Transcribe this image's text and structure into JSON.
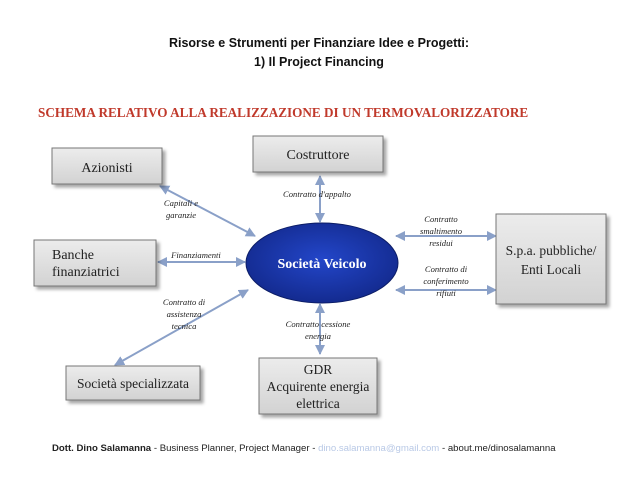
{
  "slide": {
    "title_line1": "Risorse e Strumenti per Finanziare Idee e Progetti:",
    "title_line2": "1) Il Project Financing"
  },
  "diagram": {
    "heading": "SCHEMA RELATIVO ALLA REALIZZAZIONE DI UN TERMOVALORIZZATORE",
    "center": "Società Veicolo",
    "nodes": {
      "azionisti": [
        "Azionisti"
      ],
      "banche": [
        "Banche",
        "finanziatrici"
      ],
      "societa_spec": [
        "Società specializzata"
      ],
      "costruttore": [
        "Costruttore"
      ],
      "gdr": [
        "GDR",
        "Acquirente energia",
        "elettrica"
      ],
      "spa": [
        "S.p.a. pubbliche/",
        "Enti Locali"
      ]
    },
    "edge_labels": {
      "capitali": [
        "Capitali e",
        "garanzie"
      ],
      "finanziamenti": [
        "Finanziamenti"
      ],
      "assistenza": [
        "Contratto di",
        "assistenza",
        "tecnica"
      ],
      "appalto": [
        "Contratto d'appalto"
      ],
      "cessione": [
        "Contratto cessione",
        "energia"
      ],
      "smaltimento": [
        "Contratto",
        "smaltimento",
        "residui"
      ],
      "conferimento": [
        "Contratto di",
        "conferimento",
        "rifiuti"
      ]
    },
    "colors": {
      "heading": "#c0392b",
      "box_fill": "#dcdcdc",
      "box_stroke": "#777777",
      "ellipse": "#1a3bb0",
      "arrow": "#8aa0c8"
    }
  },
  "footer": {
    "author": "Dott. Dino Salamanna",
    "sep1": " - ",
    "roles": "Business Planner, Project Manager",
    "sep2": " - ",
    "email": "dino.salamanna@gmail.com",
    "sep3": " - ",
    "site": "about.me/dinosalamanna"
  }
}
